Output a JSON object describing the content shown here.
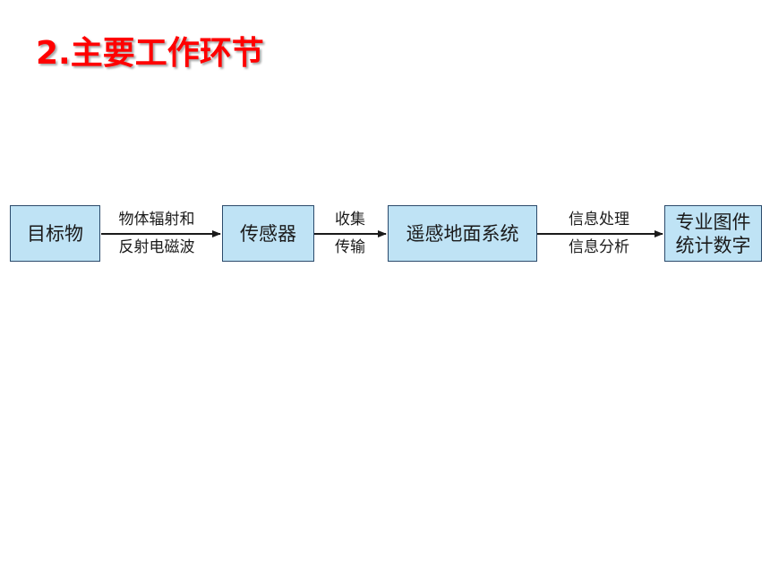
{
  "title": "2.主要工作环节",
  "nodes": [
    {
      "lines": [
        "目标物"
      ]
    },
    {
      "lines": [
        "传感器"
      ]
    },
    {
      "lines": [
        "遥感地面系统"
      ]
    },
    {
      "lines": [
        "专业图件",
        "统计数字"
      ]
    }
  ],
  "edges": [
    {
      "lines": [
        "物体辐射和",
        "反射电磁波"
      ]
    },
    {
      "lines": [
        "收集",
        "传输"
      ]
    },
    {
      "lines": [
        "信息处理",
        "信息分析"
      ]
    }
  ],
  "colors": {
    "title": "#ff0000",
    "box_fill": "#bfe3f5",
    "box_border": "#2b4a6b",
    "arrow": "#1a1a1a"
  }
}
